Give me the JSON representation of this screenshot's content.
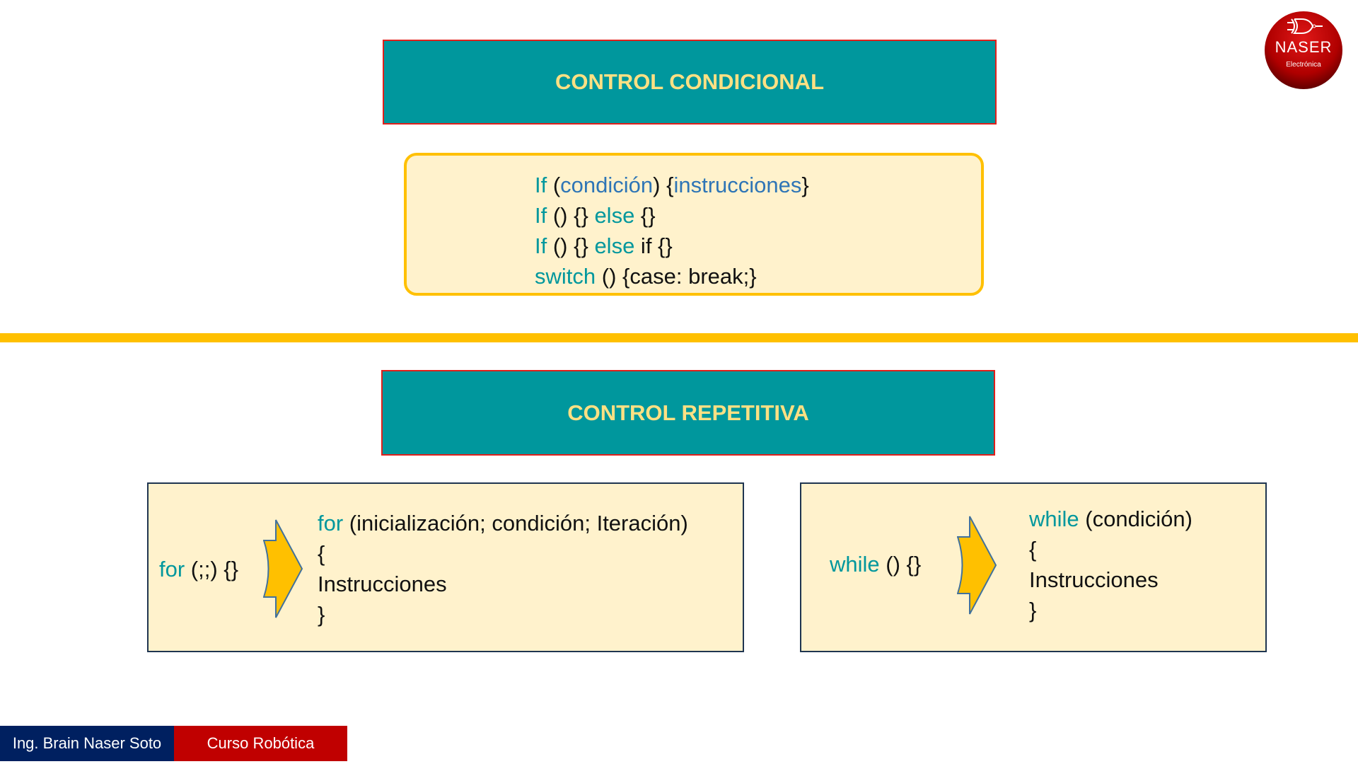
{
  "logo": {
    "brand": "NASER",
    "sub": "Electrónica"
  },
  "conditional": {
    "title": "CONTROL CONDICIONAL",
    "lines": [
      {
        "parts": [
          [
            "k",
            "If"
          ],
          [
            "",
            " ("
          ],
          [
            "b",
            "condición"
          ],
          [
            "",
            ") {"
          ],
          [
            "b",
            "instrucciones"
          ],
          [
            "",
            "}"
          ]
        ]
      },
      {
        "parts": [
          [
            "k",
            "If"
          ],
          [
            "",
            " () {} "
          ],
          [
            "k",
            "else"
          ],
          [
            "",
            " {}"
          ]
        ]
      },
      {
        "parts": [
          [
            "k",
            "If"
          ],
          [
            "",
            " () {} "
          ],
          [
            "k",
            "else"
          ],
          [
            "",
            " if {}"
          ]
        ]
      },
      {
        "parts": [
          [
            "k",
            "switch"
          ],
          [
            "",
            " () {case: break;}"
          ]
        ]
      }
    ]
  },
  "repetitive": {
    "title": "CONTROL REPETITIVA",
    "for_short": {
      "kw": "for",
      "rest": " (;;) {}"
    },
    "for_long": {
      "kw": "for",
      "header": " (inicialización; condición; Iteración)",
      "open": "{",
      "body": "Instrucciones",
      "close": "}"
    },
    "while_short": {
      "kw": "while",
      "rest": " () {}"
    },
    "while_long": {
      "kw": "while",
      "header": " (condición)",
      "open": "{",
      "body": "Instrucciones",
      "close": "}"
    }
  },
  "footer": {
    "author": "Ing. Brain Naser Soto",
    "course": "Curso Robótica"
  },
  "colors": {
    "teal": "#00979d",
    "yellow": "#ffc000",
    "cream": "#fff2cc",
    "navy": "#002060",
    "red": "#c00000"
  }
}
